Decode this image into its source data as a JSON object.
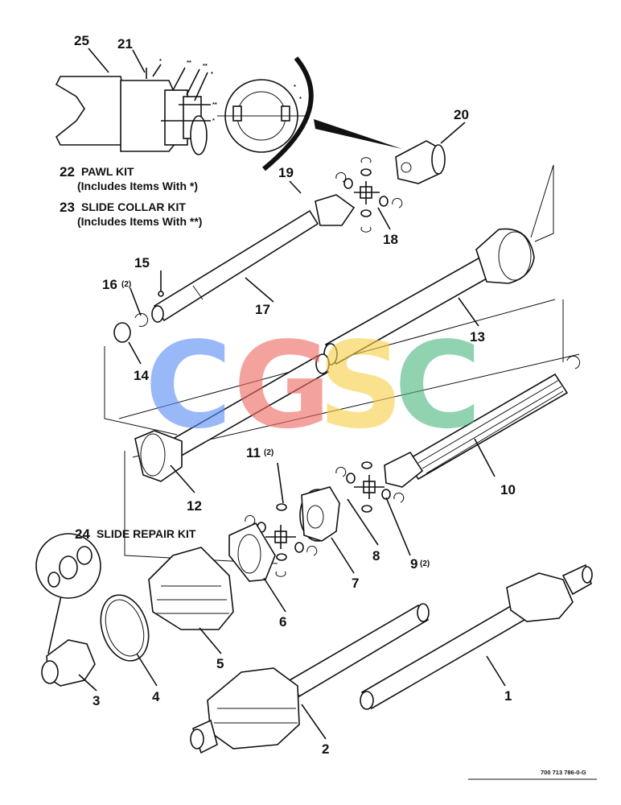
{
  "callouts": {
    "c1": "1",
    "c2": "2",
    "c3": "3",
    "c4": "4",
    "c5": "5",
    "c6": "6",
    "c7": "7",
    "c8": "8",
    "c9": "9",
    "c9q": "(2)",
    "c10": "10",
    "c11": "11",
    "c11q": "(2)",
    "c12": "12",
    "c13": "13",
    "c14": "14",
    "c15": "15",
    "c16": "16",
    "c16q": "(2)",
    "c17": "17",
    "c18": "18",
    "c19": "19",
    "c20": "20",
    "c21": "21",
    "c25": "25"
  },
  "kits": {
    "pawl_num": "22",
    "pawl_name": "PAWL KIT",
    "pawl_note": "(Includes Items With *)",
    "collar_num": "23",
    "collar_name": "SLIDE COLLAR KIT",
    "collar_note": "(Includes Items With **)",
    "repair_num": "24",
    "repair_name": "SLIDE REPAIR KIT"
  },
  "watermark": {
    "letters": [
      "C",
      "G",
      "S",
      "C"
    ],
    "colors": [
      "#5b8ef5",
      "#ee6a63",
      "#f7d04a",
      "#4fb981"
    ]
  },
  "reference_number": "700 713 786-0-G"
}
